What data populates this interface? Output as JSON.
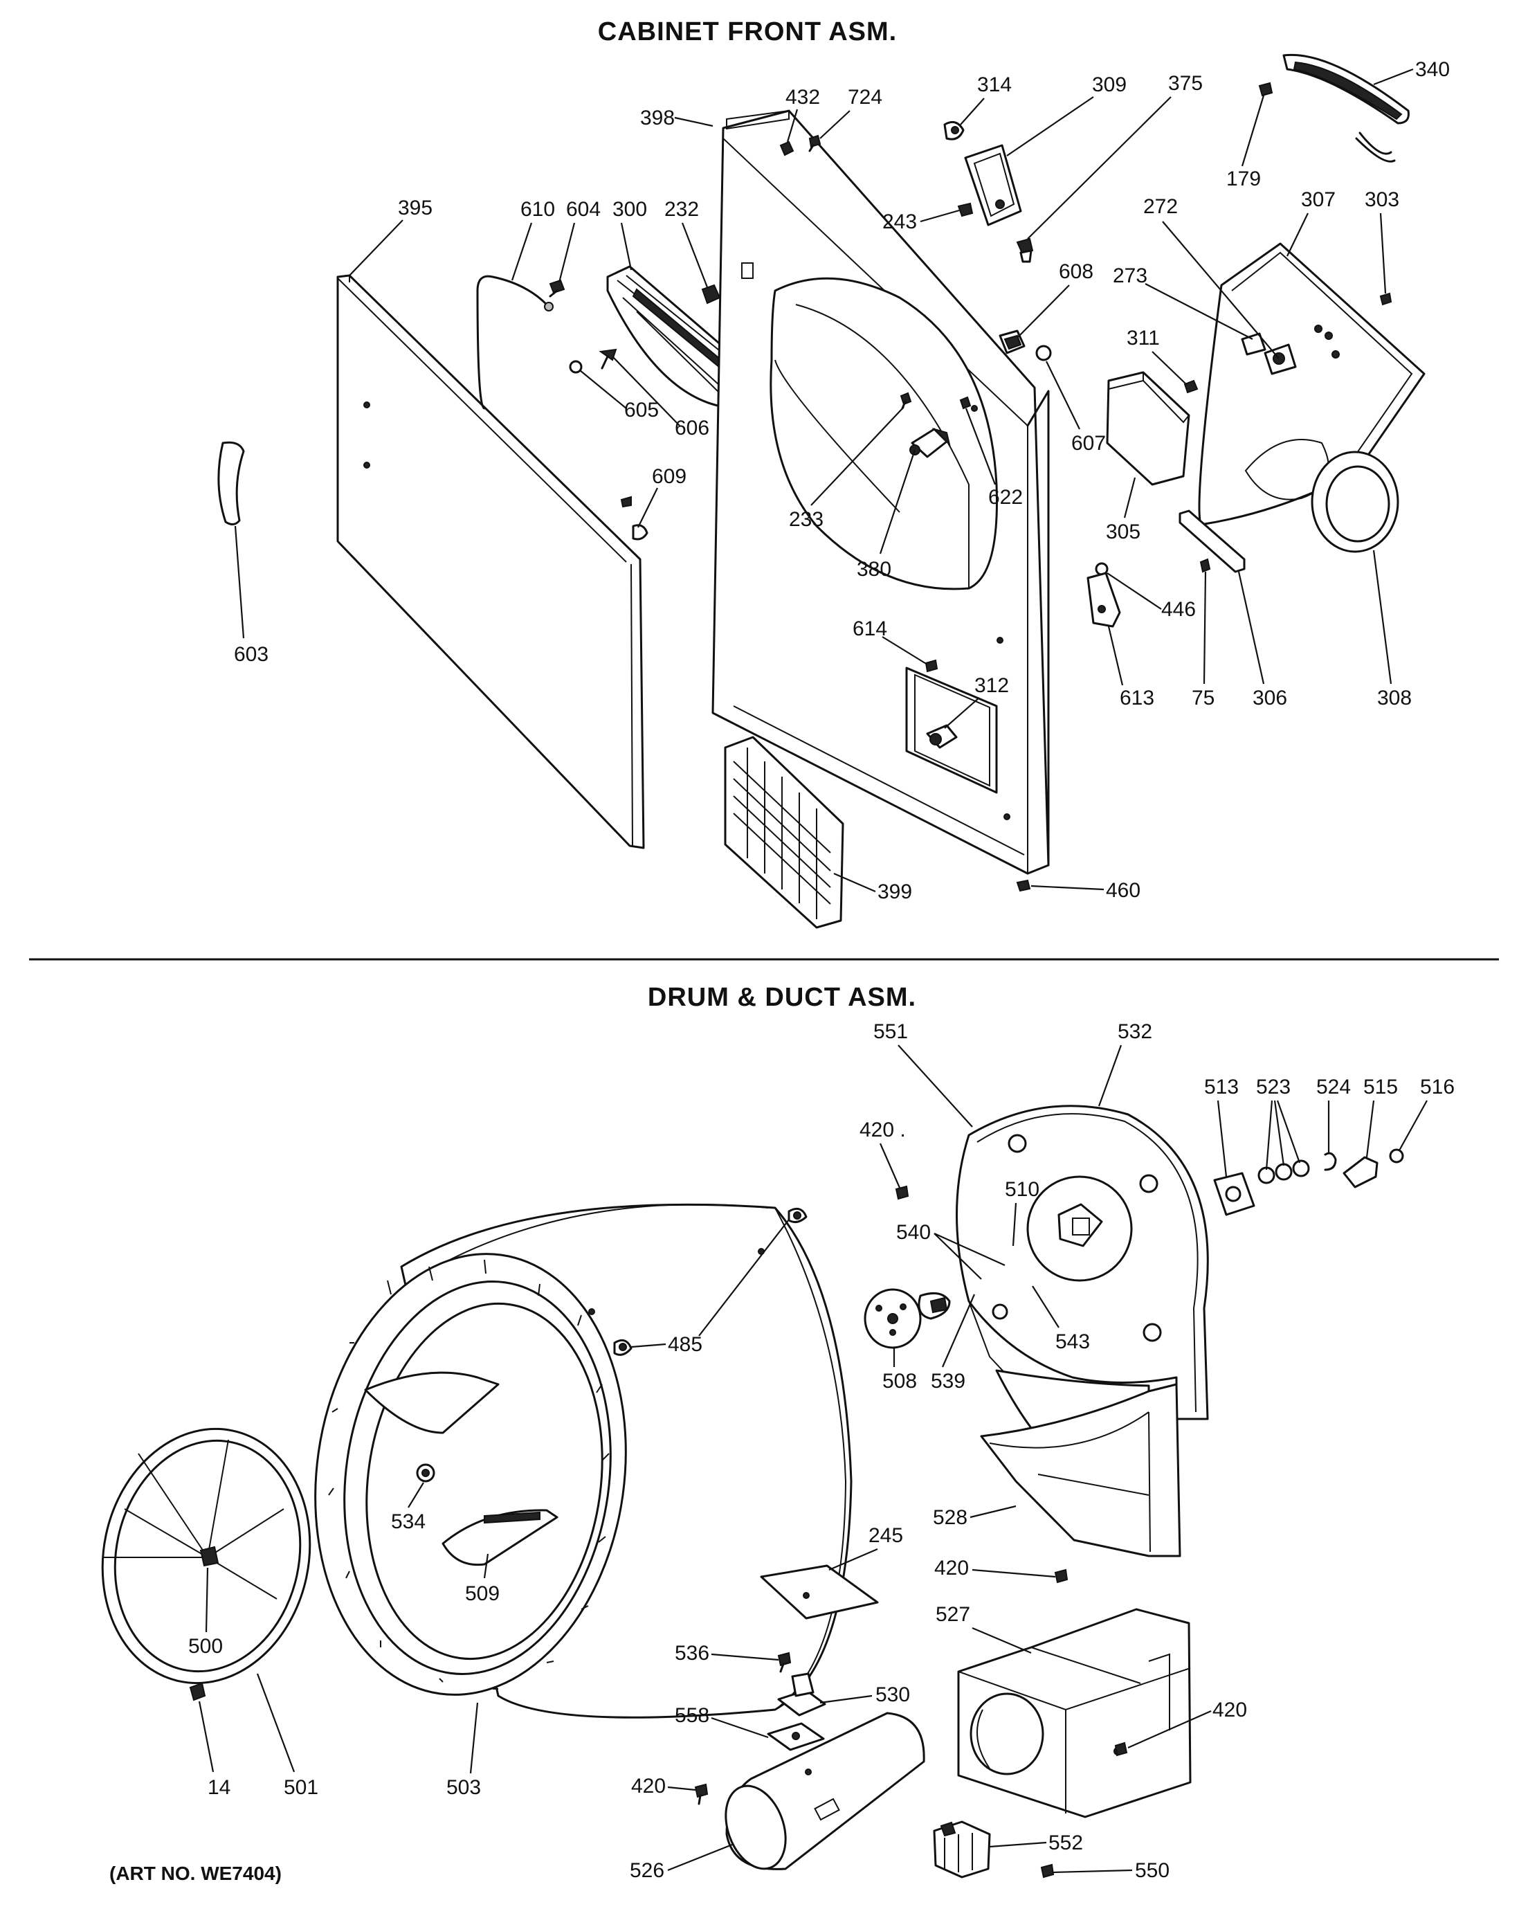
{
  "sections": {
    "top_title": "CABINET FRONT ASM.",
    "bottom_title": "DRUM & DUCT ASM."
  },
  "art_number": "(ART NO. WE7404)",
  "callouts": {
    "c398": "398",
    "c432": "432",
    "c724": "724",
    "c314": "314",
    "c309": "309",
    "c375": "375",
    "c340": "340",
    "c179": "179",
    "c395": "395",
    "c610": "610",
    "c604": "604",
    "c300": "300",
    "c232": "232",
    "c243": "243",
    "c272": "272",
    "c307": "307",
    "c303": "303",
    "c608": "608",
    "c273": "273",
    "c311": "311",
    "c605": "605",
    "c606": "606",
    "c607": "607",
    "c622": "622",
    "c305": "305",
    "c233": "233",
    "c609": "609",
    "c380": "380",
    "c446": "446",
    "c603": "603",
    "c614": "614",
    "c613": "613",
    "c75": "75",
    "c306": "306",
    "c308": "308",
    "c312": "312",
    "c399": "399",
    "c460": "460",
    "c551": "551",
    "c532": "532",
    "c513": "513",
    "c523": "523",
    "c524": "524",
    "c515": "515",
    "c516": "516",
    "c420a": "420 .",
    "c510": "510",
    "c540": "540",
    "c485": "485",
    "c543": "543",
    "c508": "508",
    "c539": "539",
    "c528": "528",
    "c534": "534",
    "c245": "245",
    "c420b": "420",
    "c509": "509",
    "c527": "527",
    "c500": "500",
    "c536": "536",
    "c530": "530",
    "c420c": "420",
    "c558": "558",
    "c420d": "420",
    "c14": "14",
    "c501": "501",
    "c503": "503",
    "c552": "552",
    "c526": "526",
    "c550": "550"
  }
}
